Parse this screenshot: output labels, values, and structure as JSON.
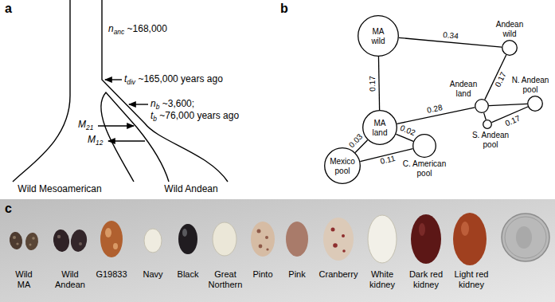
{
  "diagram": {
    "nodes": [
      {
        "text": [
          "MA wild"
        ]
      },
      {
        "text": [
          "Andean wild"
        ]
      },
      {
        "text": [
          "Andean land"
        ]
      },
      {
        "text": [
          "N. Andean pool"
        ]
      },
      {
        "text": [
          "S. Andean pool"
        ]
      },
      {
        "text": [
          "MA land"
        ]
      },
      {
        "text": [
          "Mexico pool"
        ]
      },
      {
        "text": [
          "C. American pool"
        ]
      }
    ],
    "edges": [
      {
        "from": 0,
        "to": 1,
        "arrow": "none",
        "label": "0.34"
      },
      {
        "from": 0,
        "to": 5,
        "arrow": "none",
        "label": "0.17"
      },
      {
        "from": 1,
        "to": 2,
        "arrow": "none",
        "label": "0.17"
      },
      {
        "from": 5,
        "to": 2,
        "arrow": "none",
        "label": "0.28"
      },
      {
        "from": 2,
        "to": 3,
        "arrow": "none"
      },
      {
        "from": 2,
        "to": 4,
        "arrow": "none"
      },
      {
        "from": 3,
        "to": 4,
        "arrow": "none",
        "label": "0.17"
      },
      {
        "from": 5,
        "to": 6,
        "arrow": "none",
        "label": "0.03"
      },
      {
        "from": 5,
        "to": 7,
        "arrow": "none",
        "label": "0.02"
      },
      {
        "from": 6,
        "to": 7,
        "arrow": "none",
        "label": "0.11"
      }
    ],
    "labels": [
      "a",
      "nanc ~168,000",
      "tdiv ~165,000 years ago",
      "nb ~3,600;",
      "tb ~76,000 years ago",
      "M21",
      "M12",
      "Wild Mesoamerican",
      "Wild Andean",
      "b",
      "c",
      "Wild MA",
      "Wild Andean",
      "G19833",
      "Navy",
      "Black",
      "Great Northern",
      "Pinto",
      "Pink",
      "Cranberry",
      "White kidney",
      "Dark red kidney",
      "Light red kidney"
    ]
  }
}
